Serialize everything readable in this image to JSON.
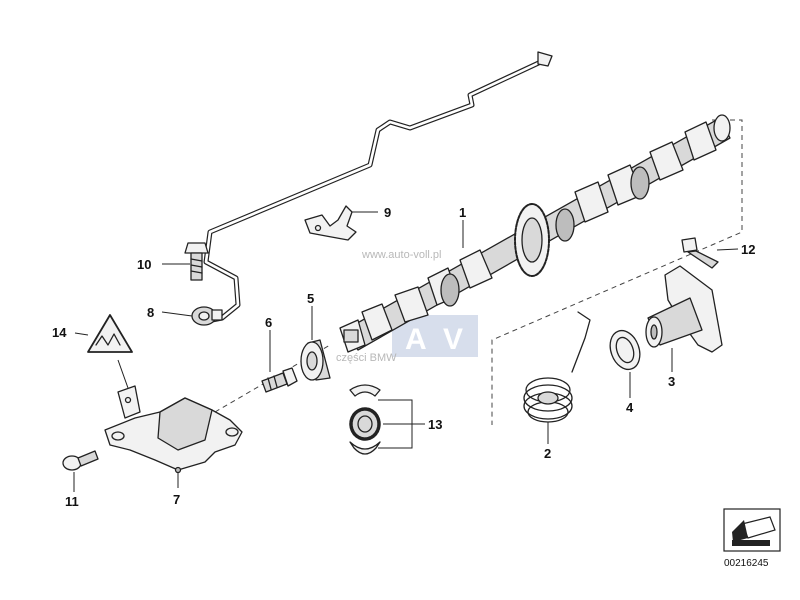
{
  "callouts": {
    "c1": "1",
    "c2": "2",
    "c3": "3",
    "c4": "4",
    "c5": "5",
    "c6": "6",
    "c7": "7",
    "c8": "8",
    "c9": "9",
    "c10": "10",
    "c11": "11",
    "c12": "12",
    "c13": "13",
    "c14": "14"
  },
  "watermark": {
    "site": "www.auto-voll.pl",
    "logo_a": "A",
    "logo_v": "V",
    "logo_sub": "części BMW"
  },
  "catalog_number": "00216245",
  "colors": {
    "logo_box": "#c9d3e6",
    "logo_letters": "#ffffff"
  }
}
